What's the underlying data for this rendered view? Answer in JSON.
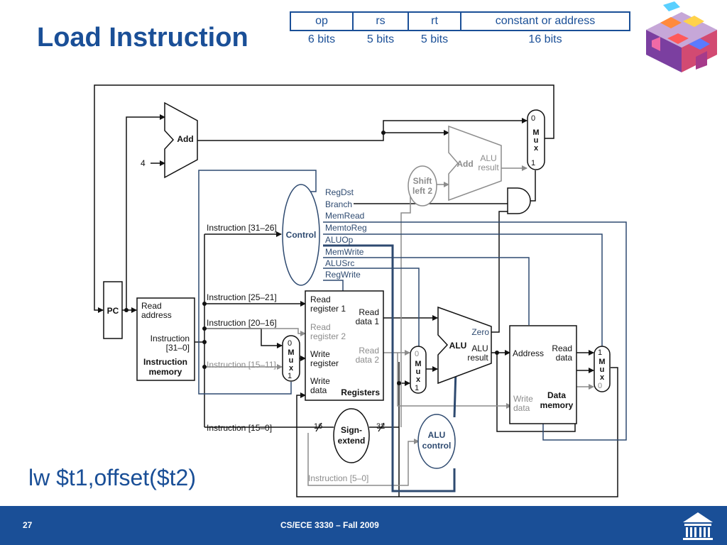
{
  "slide": {
    "title": "Load Instruction",
    "subtitle": "lw $t1,offset($t2)",
    "page_number": "27",
    "course": "CS/ECE 3330 – Fall 2009"
  },
  "format_table": {
    "fields": [
      "op",
      "rs",
      "rt",
      "constant or address"
    ],
    "bits": [
      "6 bits",
      "5 bits",
      "5 bits",
      "16 bits"
    ]
  },
  "colors": {
    "brand_blue": "#1a4f97",
    "wire_black": "#111111",
    "wire_gray": "#8c8c8c",
    "control_blue": "#2e4a70"
  },
  "diagram": {
    "pc": "PC",
    "add": "Add",
    "four": "4",
    "imem_read_line1": "Read",
    "imem_read_line2": "address",
    "imem_instr_line1": "Instruction",
    "imem_instr_line2": "[31–0]",
    "imem_title_line1": "Instruction",
    "imem_title_line2": "memory",
    "control": "Control",
    "ctrl_signals": [
      "RegDst",
      "Branch",
      "MemRead",
      "MemtoReg",
      "ALUOp",
      "MemWrite",
      "ALUSrc",
      "RegWrite"
    ],
    "instr_31_26": "Instruction [31–26]",
    "instr_25_21": "Instruction [25–21]",
    "instr_20_16": "Instruction [20–16]",
    "instr_15_11": "Instruction [15–11]",
    "instr_15_0": "Instruction [15–0]",
    "instr_5_0": "Instruction [5–0]",
    "reg_read1_line1": "Read",
    "reg_read1_line2": "register 1",
    "reg_read2_line1": "Read",
    "reg_read2_line2": "register 2",
    "reg_write_line1": "Write",
    "reg_write_line2": "register",
    "reg_wdata_line1": "Write",
    "reg_wdata_line2": "data",
    "reg_rdata1_line1": "Read",
    "reg_rdata1_line2": "data 1",
    "reg_rdata2_line1": "Read",
    "reg_rdata2_line2": "data 2",
    "registers": "Registers",
    "mux_letters": [
      "M",
      "u",
      "x"
    ],
    "mux_zero": "0",
    "mux_one": "1",
    "alu": "ALU",
    "zero": "Zero",
    "alu_result_line1": "ALU",
    "alu_result_line2": "result",
    "shift_line1": "Shift",
    "shift_line2": "left 2",
    "add_alu_line1": "ALU",
    "add_alu_line2": "result",
    "sign_line1": "Sign-",
    "sign_line2": "extend",
    "sixteen": "16",
    "thirtytwo": "32",
    "aluctrl_line1": "ALU",
    "aluctrl_line2": "control",
    "dmem_address": "Address",
    "dmem_read_line1": "Read",
    "dmem_read_line2": "data",
    "dmem_write_line1": "Write",
    "dmem_write_line2": "data",
    "dmem_title_line1": "Data",
    "dmem_title_line2": "memory"
  }
}
